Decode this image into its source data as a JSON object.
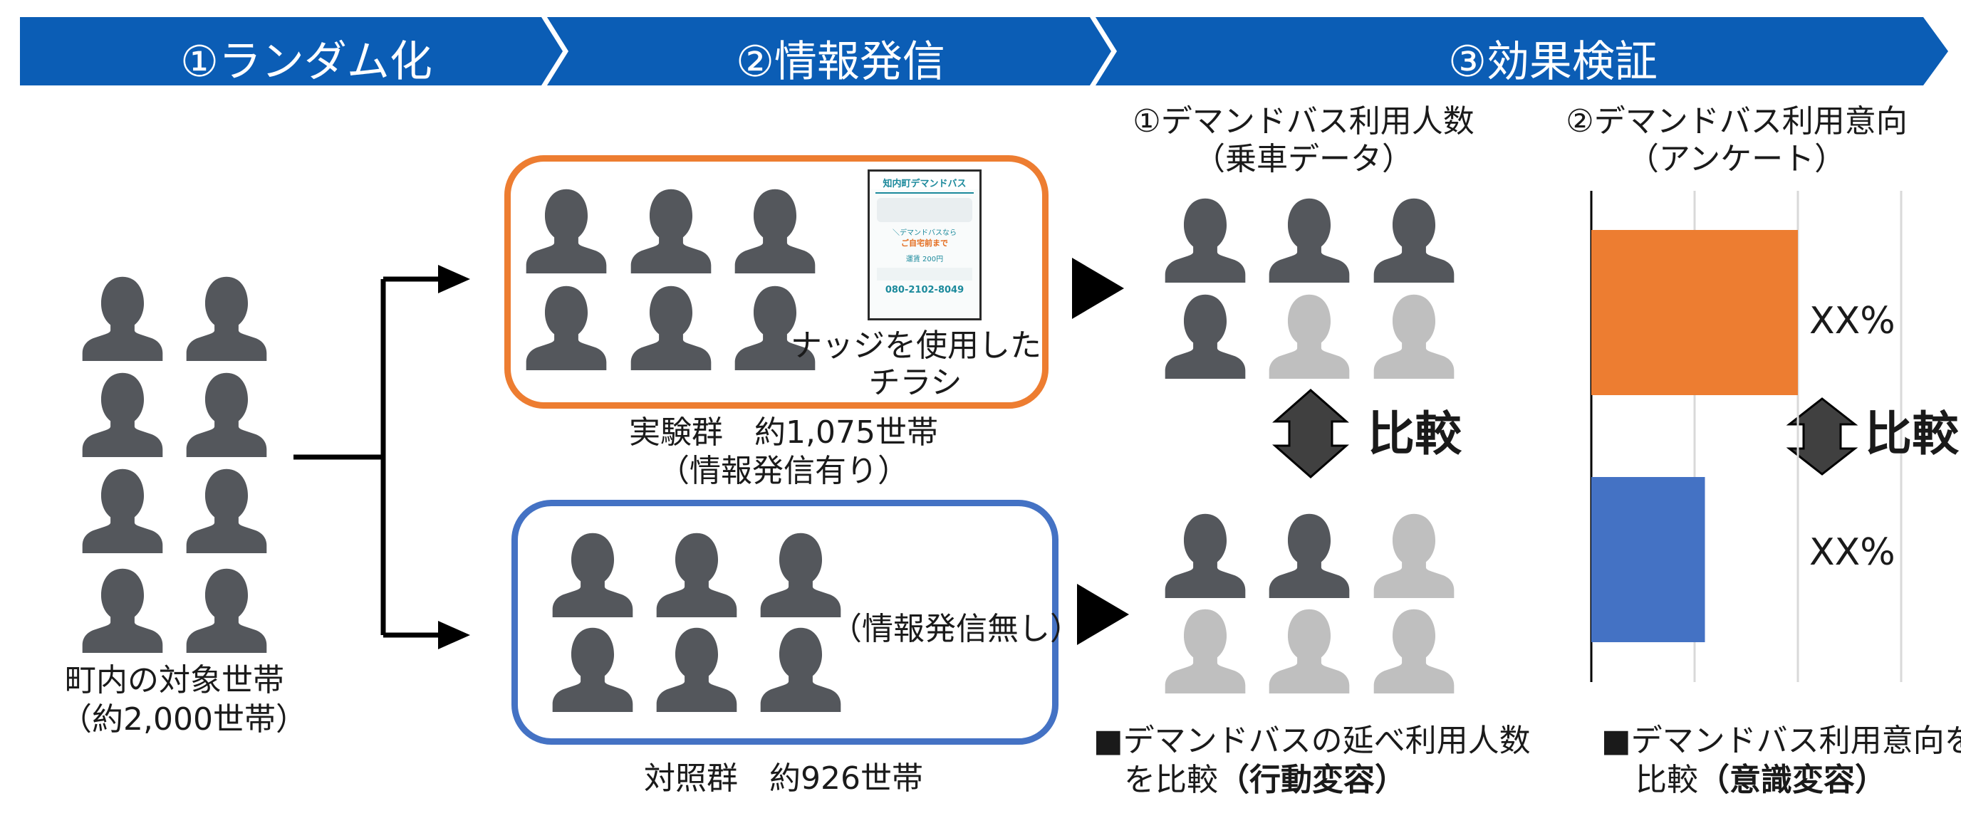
{
  "header": {
    "step1": "①ランダム化",
    "step2": "②情報発信",
    "step3": "③効果検証",
    "color": "#0b5db5"
  },
  "population": {
    "label_line1": "町内の対象世帯",
    "label_line2": "（約2,000世帯）"
  },
  "experiment_group": {
    "label_line1": "実験群　約1,075世帯",
    "label_line2": "（情報発信有り）",
    "flyer_caption_line1": "ナッジを使用した",
    "flyer_caption_line2": "チラシ",
    "border_color": "#ed7d31",
    "flyer": {
      "title": "知内町デマンドバス",
      "phone": "080-2102-8049",
      "fare": "運賃 200円",
      "headline1": "＼デマンドバスなら",
      "headline2": "ご自宅前まで"
    }
  },
  "control_group": {
    "label": "対照群　約926世帯",
    "inner_label": "（情報発信無し）",
    "border_color": "#4472c4"
  },
  "verification1": {
    "title_line1": "①デマンドバス利用人数",
    "title_line2": "（乗車データ）",
    "compare_label": "比較",
    "note_line1": "■デマンドバスの延べ利用人数",
    "note_line2_prefix": "を比較",
    "note_line2_bold": "（行動変容）"
  },
  "verification2": {
    "title_line1": "②デマンドバス利用意向",
    "title_line2": "（アンケート）",
    "compare_label": "比較",
    "note_line1": "■デマンドバス利用意向を",
    "note_line2_prefix": "比較",
    "note_line2_bold": "（意識変容）"
  },
  "chart_data": {
    "type": "bar",
    "orientation": "horizontal",
    "series": [
      {
        "value_label": "XX%",
        "color": "#ed7d31",
        "value": 1.0
      },
      {
        "value_label": "XX%",
        "color": "#4472c4",
        "value": 0.55
      }
    ],
    "grid": true
  },
  "colors": {
    "person_dark": "#54575c",
    "person_light": "#bfbfbf"
  }
}
